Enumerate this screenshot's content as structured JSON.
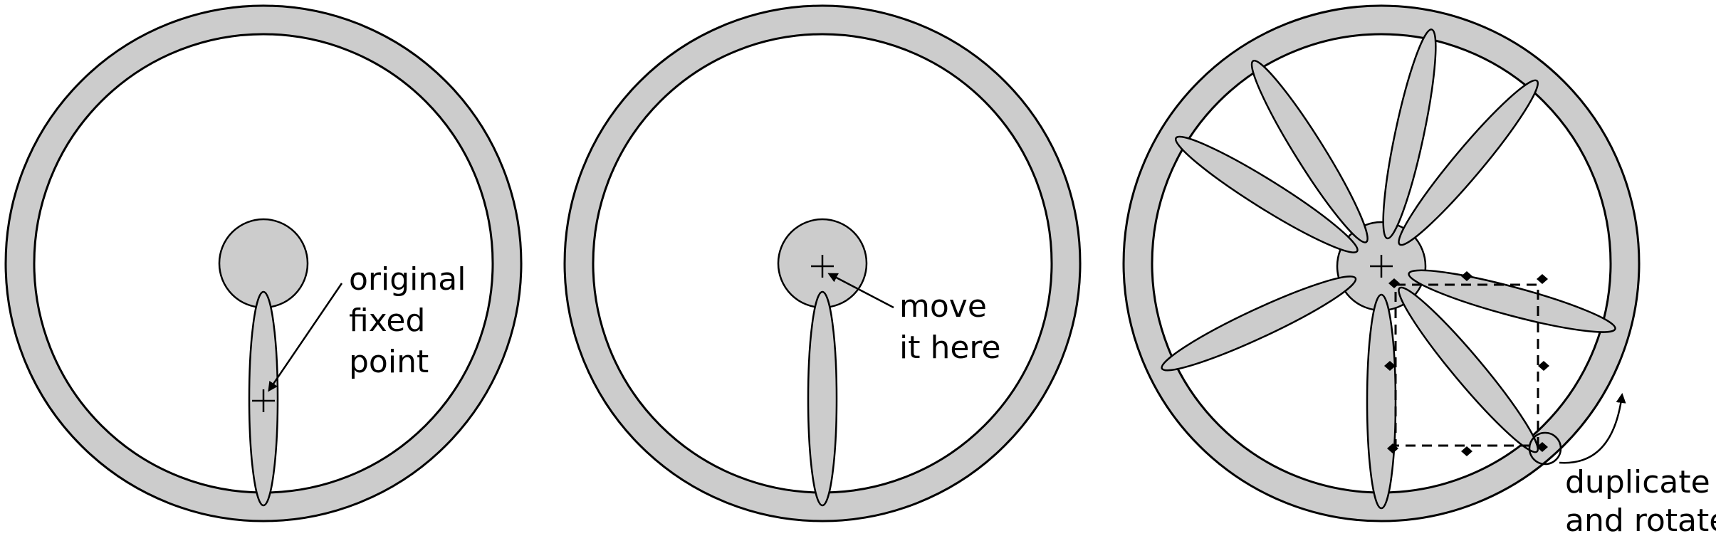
{
  "labels": {
    "panel1_line1": "original",
    "panel1_line2": "fixed",
    "panel1_line3": "point",
    "panel2_line1": "move",
    "panel2_line2": "it here",
    "panel3_line1": "duplicate",
    "panel3_line2": "and rotate"
  },
  "colors": {
    "fill_gray": "#cccccc",
    "stroke": "#000000",
    "background": "#ffffff"
  }
}
